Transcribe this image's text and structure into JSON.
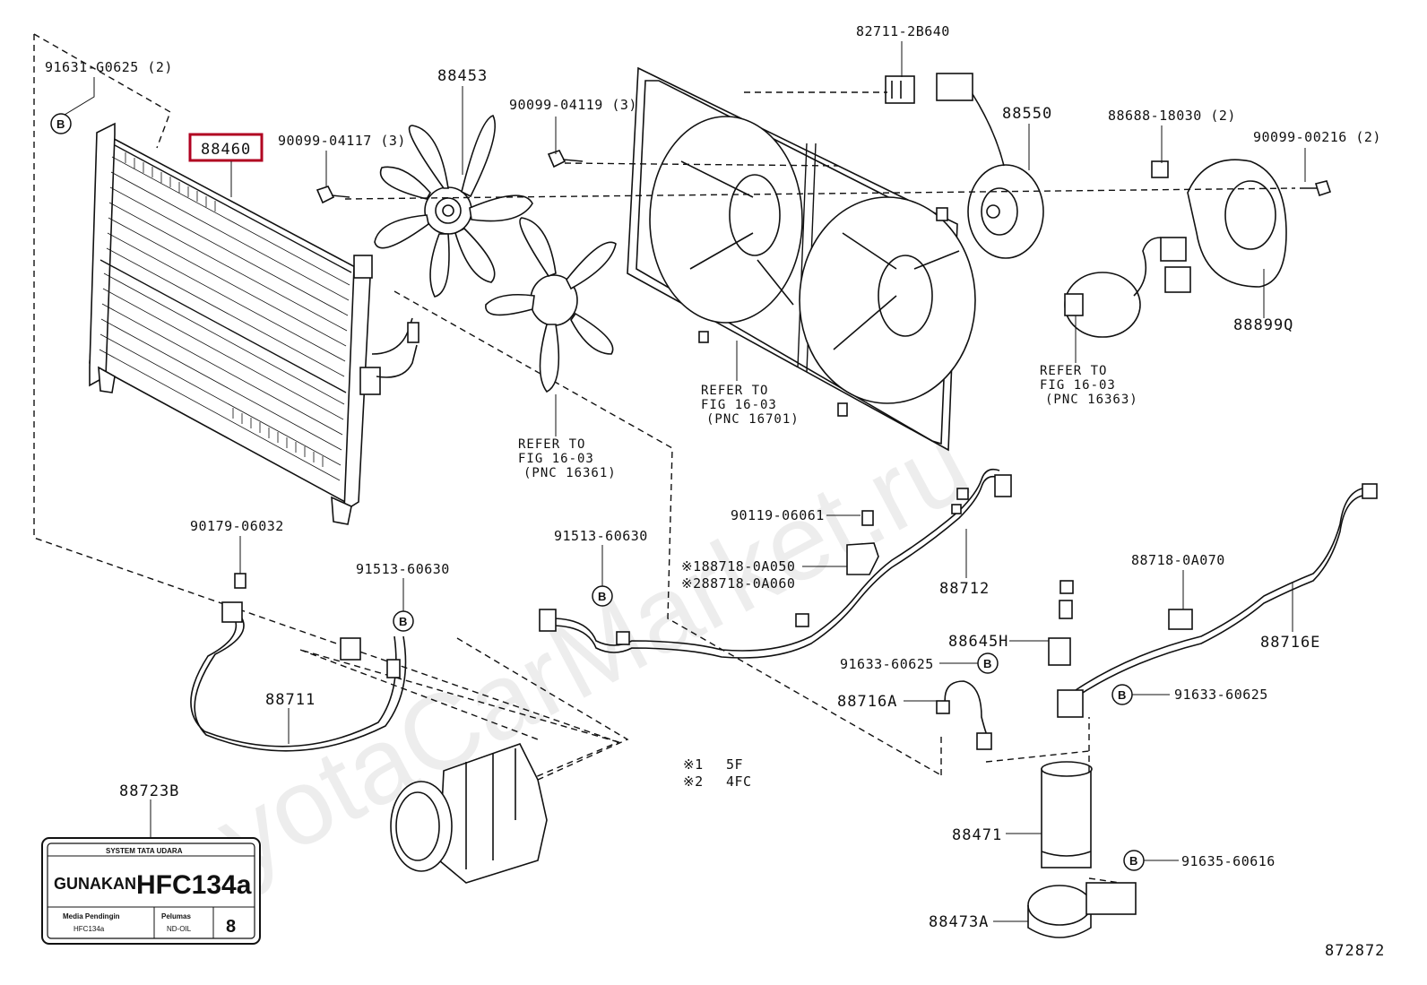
{
  "watermark": "ToyotaCarMarket.ru",
  "highlighted_part": "88460",
  "diagram_number": "872872",
  "callout_letter": "B",
  "parts": [
    {
      "id": "p91631",
      "text": "91631-G0625 (2)"
    },
    {
      "id": "p88453",
      "text": "88453"
    },
    {
      "id": "p90099a",
      "text": "90099-04117 (3)"
    },
    {
      "id": "p90099b",
      "text": "90099-04119 (3)"
    },
    {
      "id": "p82711",
      "text": "82711-2B640"
    },
    {
      "id": "p88550",
      "text": "88550"
    },
    {
      "id": "p88688",
      "text": "88688-18030 (2)"
    },
    {
      "id": "p90099c",
      "text": "90099-00216 (2)"
    },
    {
      "id": "p88899q",
      "text": "88899Q"
    },
    {
      "id": "p90179",
      "text": "90179-06032"
    },
    {
      "id": "p91513a",
      "text": "91513-60630"
    },
    {
      "id": "p91513b",
      "text": "91513-60630"
    },
    {
      "id": "p90119",
      "text": "90119-06061"
    },
    {
      "id": "p88718a",
      "text": "※188718-0A050"
    },
    {
      "id": "p88718b",
      "text": "※288718-0A060"
    },
    {
      "id": "p88712",
      "text": "88712"
    },
    {
      "id": "p88718c",
      "text": "88718-0A070"
    },
    {
      "id": "p88711",
      "text": "88711"
    },
    {
      "id": "p88645h",
      "text": "88645H"
    },
    {
      "id": "p91633a",
      "text": "91633-60625"
    },
    {
      "id": "p88716a",
      "text": "88716A"
    },
    {
      "id": "p91633b",
      "text": "91633-60625"
    },
    {
      "id": "p88716e",
      "text": "88716E"
    },
    {
      "id": "p88723b",
      "text": "88723B"
    },
    {
      "id": "p88471",
      "text": "88471"
    },
    {
      "id": "p91635",
      "text": "91635-60616"
    },
    {
      "id": "p88473a",
      "text": "88473A"
    }
  ],
  "refer_notes": [
    [
      "REFER TO",
      "FIG 16-03",
      "(PNC 16361)"
    ],
    [
      "REFER TO",
      "FIG 16-03",
      "(PNC 16701)"
    ],
    [
      "REFER TO",
      "FIG 16-03",
      "(PNC 16363)"
    ]
  ],
  "footnotes": [
    {
      "mark": "※1",
      "value": "5F"
    },
    {
      "mark": "※2",
      "value": "4FC"
    }
  ],
  "warning_label": {
    "header": "SYSTEM TATA UDARA",
    "main_left": "GUNAKAN",
    "main_right": "HFC134a",
    "media_title": "Media Pendingin",
    "media_value": "HFC134a",
    "oil_title": "Pelumas",
    "oil_value": "ND-OIL",
    "oil_number": "8"
  }
}
